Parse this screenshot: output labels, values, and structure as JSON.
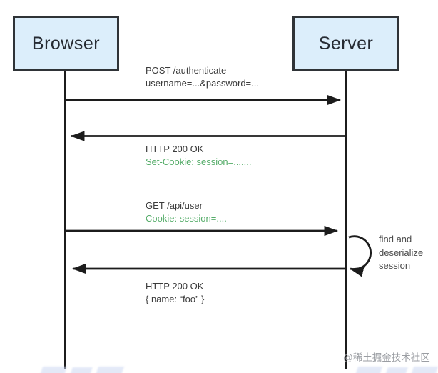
{
  "diagram": {
    "title": "browser-server session authentication sequence",
    "actors": [
      {
        "id": "browser",
        "label": "Browser"
      },
      {
        "id": "server",
        "label": "Server"
      }
    ],
    "messages": [
      {
        "from": "browser",
        "to": "server",
        "line1": "POST /authenticate",
        "line2": "username=...&password=..."
      },
      {
        "from": "server",
        "to": "browser",
        "line1": "HTTP 200 OK",
        "line2": "Set-Cookie: session=......."
      },
      {
        "from": "browser",
        "to": "server",
        "line1": "GET /api/user",
        "line2": "Cookie: session=...."
      },
      {
        "from": "server",
        "to": "browser",
        "line1": "HTTP 200 OK",
        "line2": "{ name: “foo” }"
      }
    ],
    "self_loop_note": "find and deserialize session",
    "watermark": "@稀土掘金技术社区",
    "colors": {
      "actor_fill": "#dceefb",
      "actor_border": "#2f3337",
      "line": "#1c1c1c",
      "text_dark": "#3b3b3b",
      "text_green": "#56ad6a",
      "note_gray": "#4c4c4c",
      "watermark_gray": "#9b9ea3"
    }
  }
}
